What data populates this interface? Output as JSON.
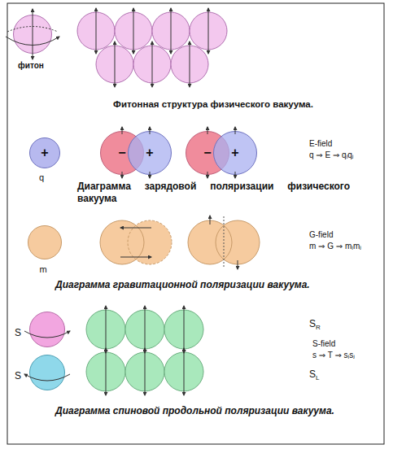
{
  "diagram": {
    "nodes": [
      {
        "text": [
          "фитон"
        ]
      },
      {
        "text": [
          "+",
          "q"
        ]
      },
      {
        "text": [
          "−"
        ]
      },
      {
        "text": [
          "+"
        ]
      },
      {
        "text": [
          "−"
        ]
      },
      {
        "text": [
          "+"
        ]
      },
      {
        "text": [
          "m"
        ]
      },
      {
        "text": [
          "S"
        ]
      },
      {
        "text": [
          "S"
        ]
      }
    ],
    "labels": [
      "Фитонная структура физического вакуума.",
      "E-field",
      "q ⇒ E ⇒ qᵢqⱼ",
      "Диаграмма зарядовой поляризации физического вакуума",
      "G-field",
      "m ⇒ G ⇒ mᵢmⱼ",
      "Диаграмма гравитационной поляризации вакуума.",
      "SR",
      "S-field",
      "s ⇒ T ⇒ sᵢsⱼ",
      "SL",
      "Диаграмма спиновой продольной поляризации вакуума."
    ]
  }
}
